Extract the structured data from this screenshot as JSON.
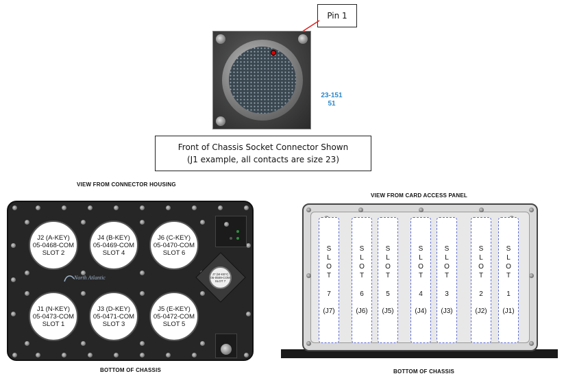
{
  "pin_callout": {
    "label": "Pin 1"
  },
  "photo": {
    "part_number_line1": "23-151",
    "part_number_line2": "51",
    "accent_color": "#2b87c9"
  },
  "socket_caption": {
    "line1": "Front of Chassis  Socket Connector Shown",
    "line2": "(J1 example, all contacts are size 23)"
  },
  "left_view": {
    "title": "VIEW FROM CONNECTOR HOUSING",
    "footer": "BOTTOM OF CHASSIS",
    "connectors": [
      {
        "id": "J2",
        "line1": "J2 (A-KEY)",
        "line2": "05-0468-COM",
        "line3": "SLOT 2"
      },
      {
        "id": "J4",
        "line1": "J4 (B-KEY)",
        "line2": "05-0469-COM",
        "line3": "SLOT 4"
      },
      {
        "id": "J6",
        "line1": "J6 (C-KEY)",
        "line2": "05-0470-COM",
        "line3": "SLOT 6"
      },
      {
        "id": "J1",
        "line1": "J1 (N-KEY)",
        "line2": "05-0473-COM",
        "line3": "SLOT 1"
      },
      {
        "id": "J3",
        "line1": "J3 (D-KEY)",
        "line2": "05-0471-COM",
        "line3": "SLOT 3"
      },
      {
        "id": "J5",
        "line1": "J5  (E-KEY)",
        "line2": "05-0472-COM",
        "line3": "SLOT 5"
      }
    ],
    "small_connector": {
      "line1": "J7 (M-KEY)",
      "line2": "05-0509-COM",
      "line3": "SLOT 7"
    },
    "logo": "North Atlantic"
  },
  "right_view": {
    "title": "VIEW FROM CARD ACCESS PANEL",
    "footer": "BOTTOM OF CHASSIS",
    "slots": [
      {
        "letters": [
          "S",
          "L",
          "O",
          "T"
        ],
        "number": "7",
        "ref": "(J7)"
      },
      {
        "letters": [
          "S",
          "L",
          "O",
          "T"
        ],
        "number": "6",
        "ref": "(J6)"
      },
      {
        "letters": [
          "S",
          "L",
          "O",
          "T"
        ],
        "number": "5",
        "ref": "(J5)"
      },
      {
        "letters": [
          "S",
          "L",
          "O",
          "T"
        ],
        "number": "4",
        "ref": "(J4)"
      },
      {
        "letters": [
          "S",
          "L",
          "O",
          "T"
        ],
        "number": "3",
        "ref": "(J3)"
      },
      {
        "letters": [
          "S",
          "L",
          "O",
          "T"
        ],
        "number": "2",
        "ref": "(J2)"
      },
      {
        "letters": [
          "S",
          "L",
          "O",
          "T"
        ],
        "number": "1",
        "ref": "(J1)"
      }
    ],
    "slot_border_color": "#5c6ad0"
  }
}
